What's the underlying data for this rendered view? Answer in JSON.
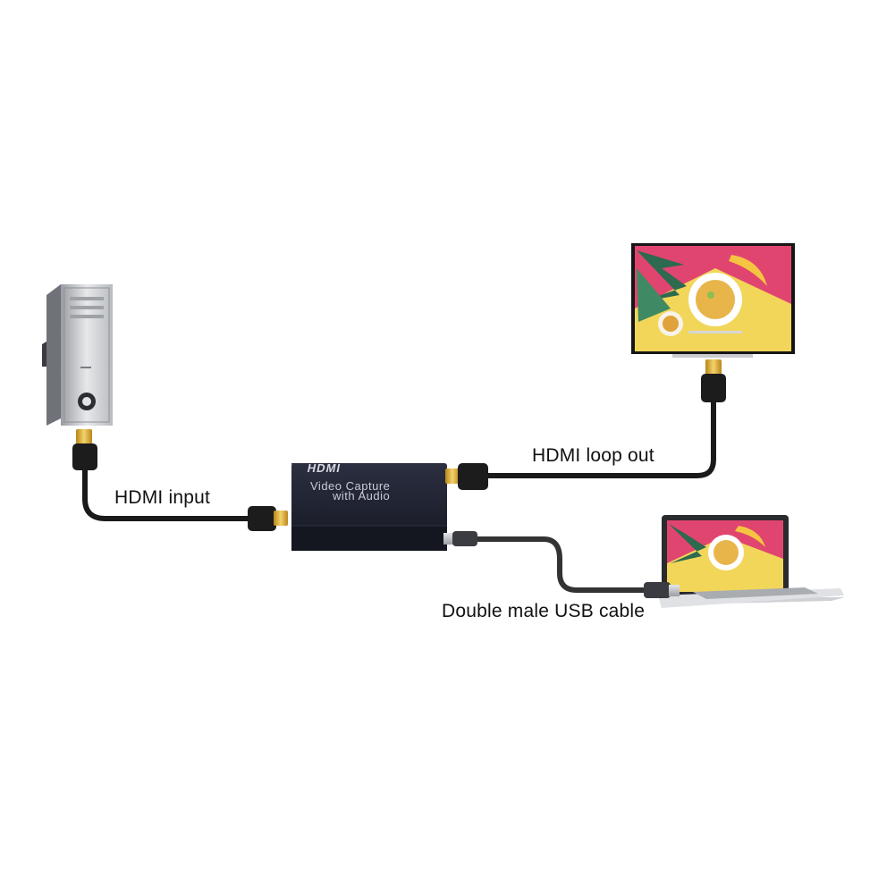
{
  "labels": {
    "hdmi_input": "HDMI input",
    "hdmi_loop_out": "HDMI loop out",
    "usb_cable": "Double male USB cable"
  },
  "device": {
    "logo": "HDMI",
    "line1": "Video  Capture",
    "line2": "with Audio"
  },
  "colors": {
    "cable": "#1a1a1a",
    "device_body": "#1f2230",
    "connector_gold": "#d9a520",
    "screen_pink": "#e0456f",
    "screen_yellow": "#f2d65a"
  }
}
